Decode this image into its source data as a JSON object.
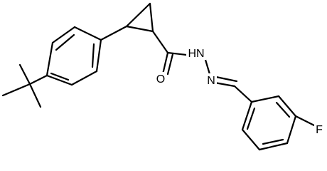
{
  "molecule": {
    "atom_labels": {
      "oxygen": "O",
      "hydrazide_nh": "HN",
      "imine_n": "N",
      "fluorine": "F"
    },
    "colors": {
      "bond": "#000000",
      "text": "#000000",
      "background": "#ffffff"
    }
  }
}
